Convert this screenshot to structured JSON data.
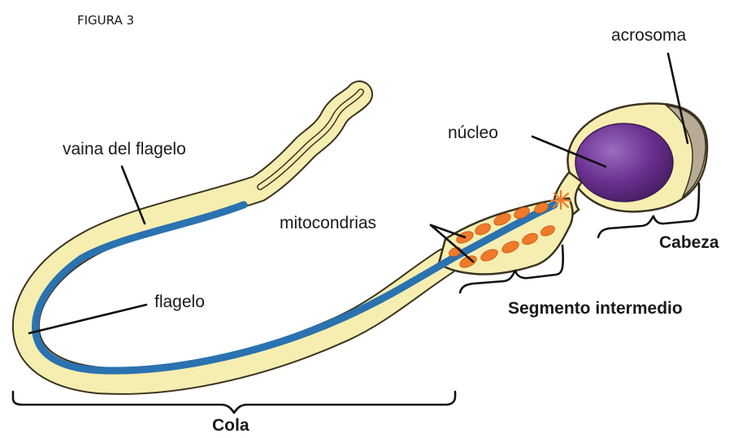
{
  "figure_label": "FIGURA 3",
  "labels": {
    "acrosoma": "acrosoma",
    "nucleo": "núcleo",
    "vaina": "vaina del flagelo",
    "mitocondrias": "mitocondrias",
    "flagelo": "flagelo",
    "cabeza": "Cabeza",
    "segmento": "Segmento intermedio",
    "cola": "Cola"
  },
  "colors": {
    "sheath": "#f6eeb0",
    "outline": "#3a3320",
    "flagellum": "#2a72b0",
    "mitochondria": "#ef7a2a",
    "nucleus": "#6a2f8f",
    "acrosome": "#b7ab96"
  }
}
